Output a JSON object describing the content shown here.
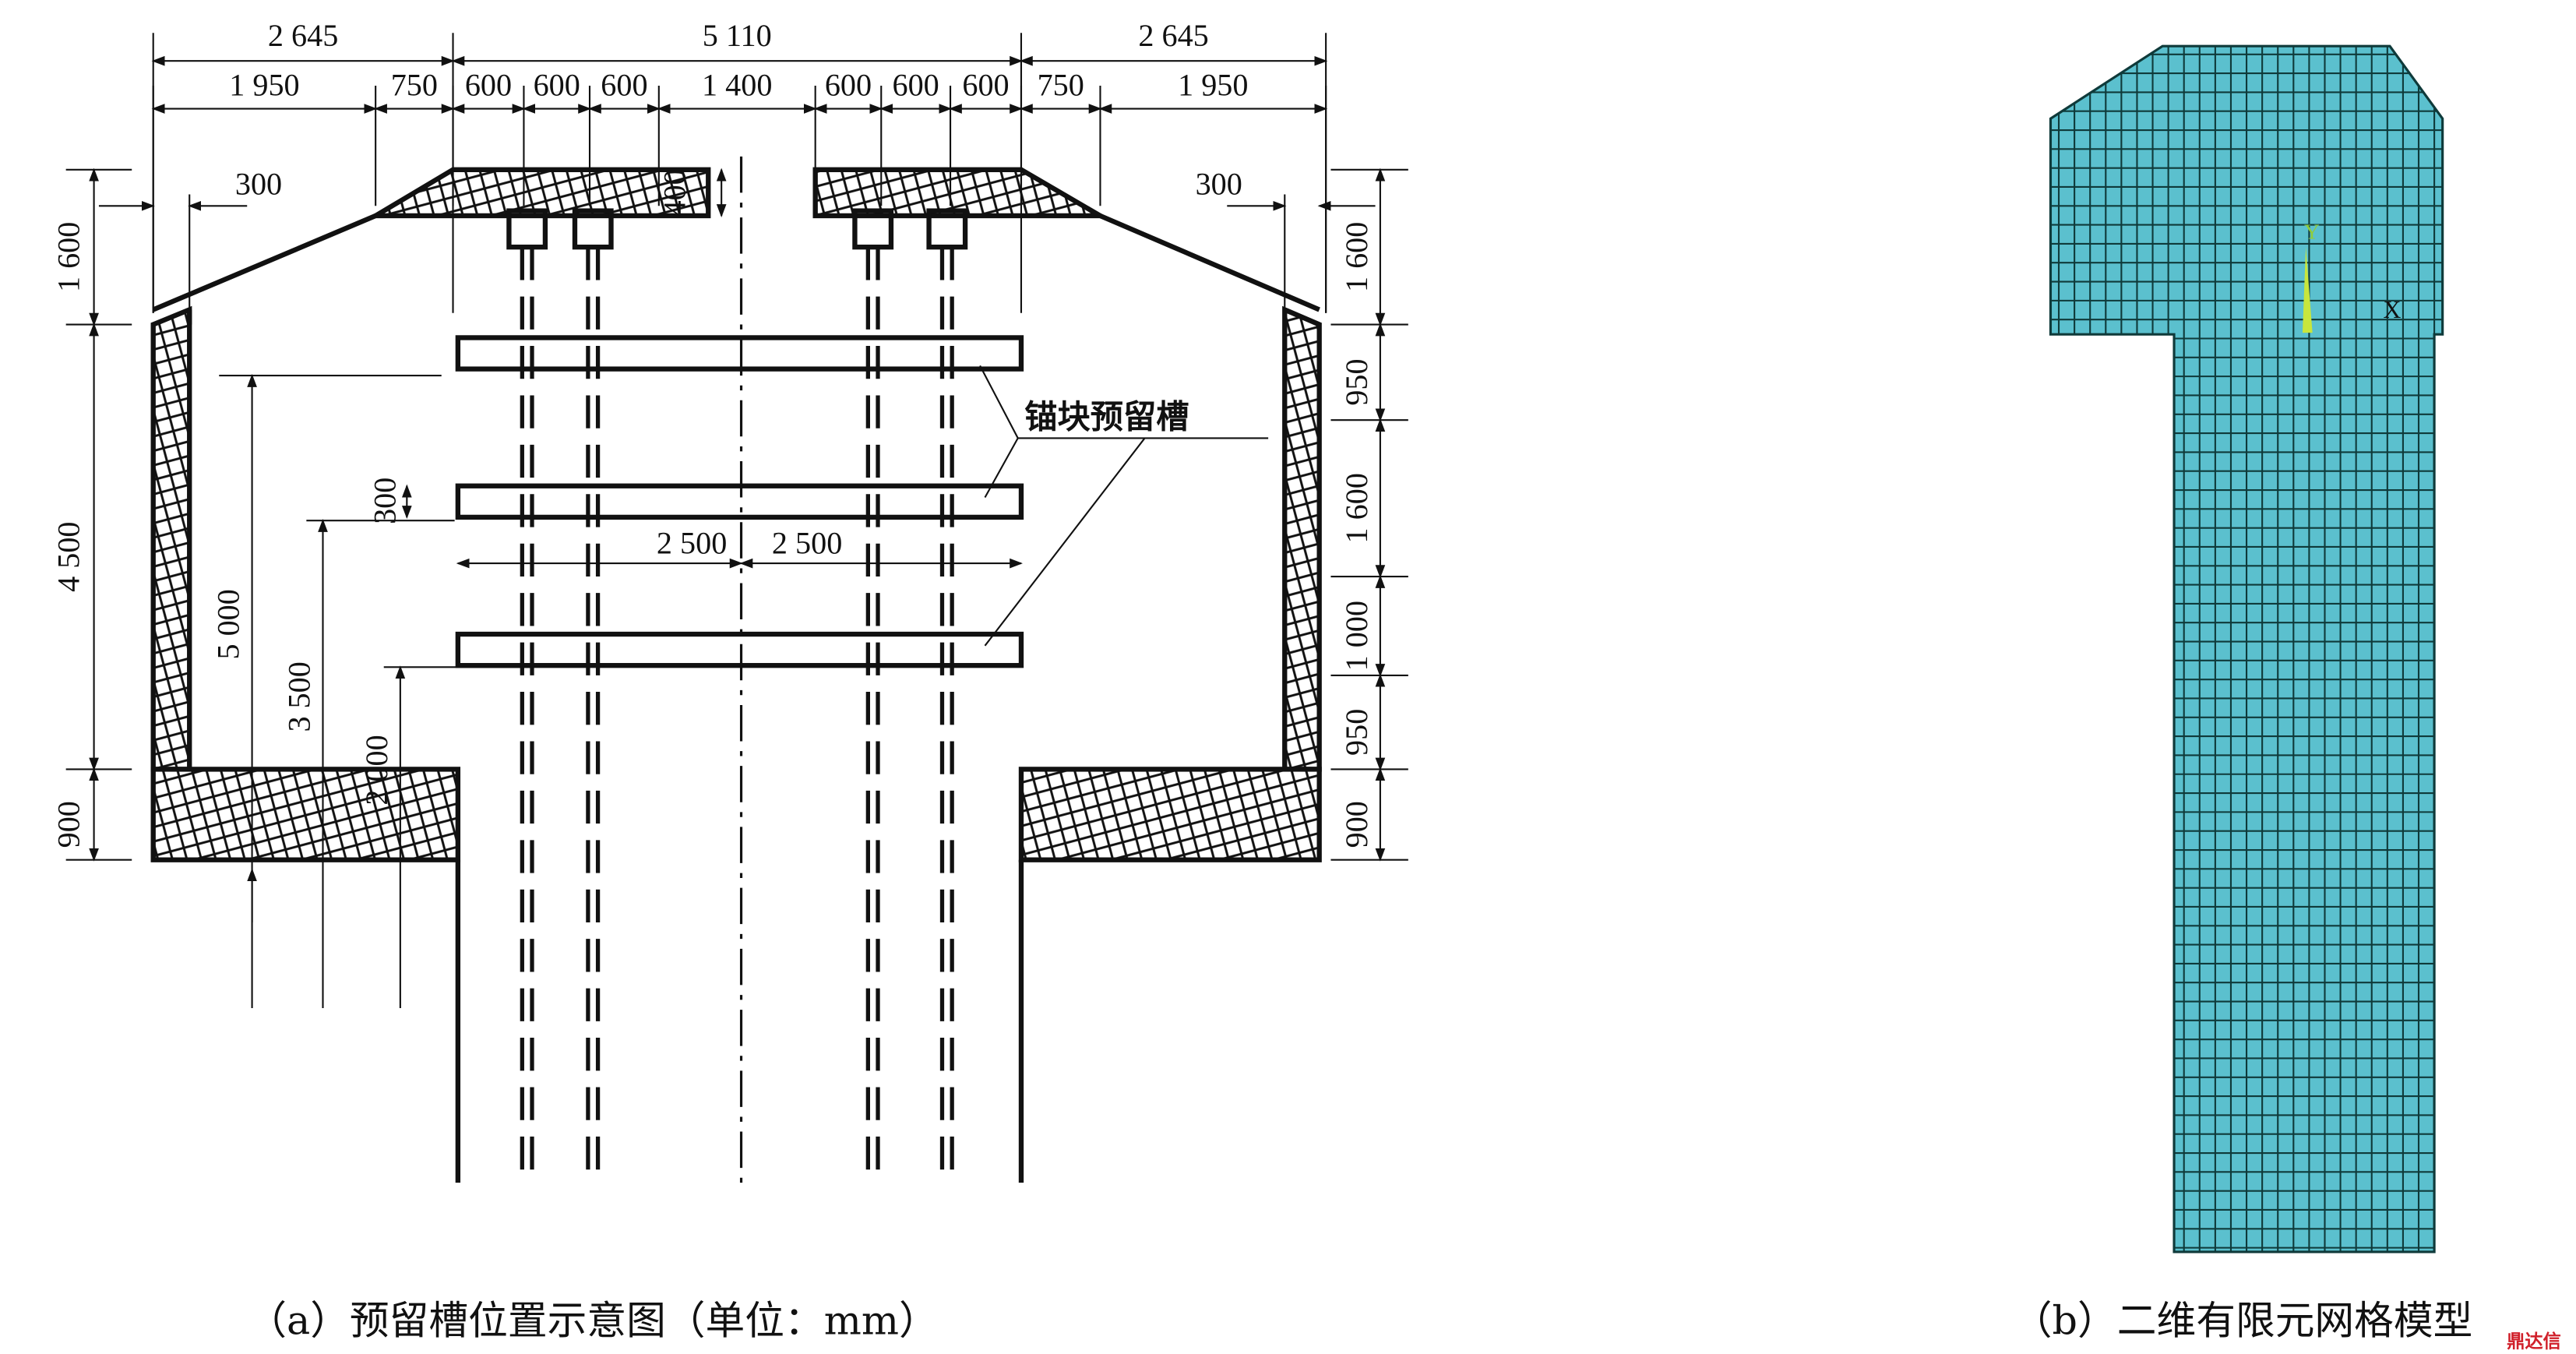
{
  "figure_a": {
    "caption": "（a）预留槽位置示意图（单位：mm）",
    "top_dims_row1": [
      "2 645",
      "5 110",
      "2 645"
    ],
    "top_dims_row2": [
      "1 950",
      "750",
      "600",
      "600",
      "600",
      "1 400",
      "600",
      "600",
      "600",
      "750",
      "1 950"
    ],
    "offset_left": "300",
    "offset_right": "300",
    "top_thickness": "400",
    "left_dims": [
      "1 600",
      "4 500",
      "900"
    ],
    "right_dims": [
      "1 600",
      "950",
      "1 600",
      "1 000",
      "950",
      "900"
    ],
    "elevation_dims": [
      "5 000",
      "3 500",
      "2 000"
    ],
    "slot_height": "300",
    "slot_half_widths": [
      "2 500",
      "2 500"
    ],
    "annotation": "锚块预留槽"
  },
  "figure_b": {
    "caption": "（b）二维有限元网格模型",
    "axis_y": "Y",
    "axis_x": "X",
    "mesh_color": "#5bc0ce",
    "line_color": "#0f3a3a"
  },
  "watermark": "鼎达信"
}
